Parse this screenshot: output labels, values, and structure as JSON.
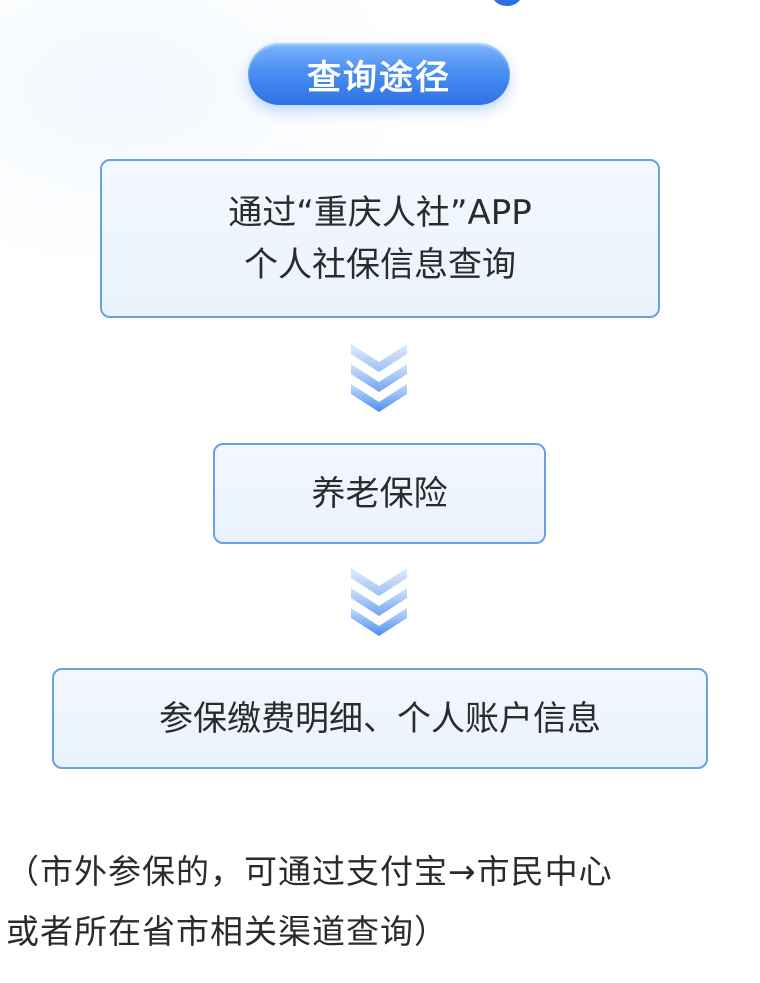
{
  "header": {
    "title": "查询途径"
  },
  "steps": [
    {
      "line1": "通过“重庆人社”APP",
      "line2": "个人社保信息查询"
    },
    {
      "line1": "养老保险"
    },
    {
      "line1": "参保缴费明细、个人账户信息"
    }
  ],
  "note": {
    "line1": "（市外参保的，可通过支付宝→市民中心",
    "line2": "或者所在省市相关渠道查询）"
  },
  "colors": {
    "accent": "#2e72e6",
    "box_border": "#6a9fe9",
    "box_fill": "#eef4fe",
    "text": "#2b2b2b"
  },
  "icons": [
    "triple-chevron-down-icon",
    "triple-chevron-down-icon"
  ]
}
